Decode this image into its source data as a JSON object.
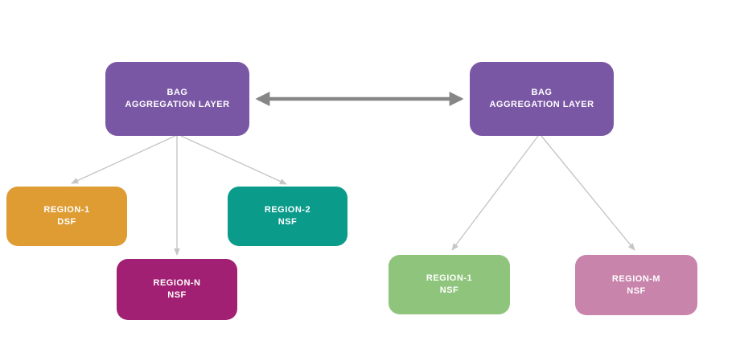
{
  "diagram": {
    "type": "hierarchy-diagram",
    "colors": {
      "background": "#ffffff",
      "bag_purple": "#7a57a5",
      "region1_dsf_orange": "#de9c33",
      "region2_nsf_teal": "#0a9b8b",
      "regionn_nsf_magenta": "#a22073",
      "region1_nsf_green": "#8fc47c",
      "regionm_nsf_pink": "#c884ab",
      "connector_gray": "#c6c6c6",
      "bidirectional_arrow_gray": "#868686",
      "node_text": "#ffffff"
    },
    "nodes": {
      "bag_left": {
        "line1": "BAG",
        "line2": "AGGREGATION LAYER",
        "color": "#7a57a5"
      },
      "bag_right": {
        "line1": "BAG",
        "line2": "AGGREGATION LAYER",
        "color": "#7a57a5"
      },
      "region1_dsf": {
        "line1": "REGION-1",
        "line2": "DSF",
        "color": "#de9c33"
      },
      "region2_nsf": {
        "line1": "REGION-2",
        "line2": "NSF",
        "color": "#0a9b8b"
      },
      "regionn_nsf": {
        "line1": "REGION-N",
        "line2": "NSF",
        "color": "#a22073"
      },
      "region1_nsf_r": {
        "line1": "REGION-1",
        "line2": "NSF",
        "color": "#8fc47c"
      },
      "regionm_nsf": {
        "line1": "REGION-M",
        "line2": "NSF",
        "color": "#c884ab"
      }
    },
    "edges": [
      {
        "from": "bag_left",
        "to": "bag_right",
        "style": "bidirectional"
      },
      {
        "from": "bag_left",
        "to": "region1_dsf",
        "style": "arrow"
      },
      {
        "from": "bag_left",
        "to": "regionn_nsf",
        "style": "arrow"
      },
      {
        "from": "bag_left",
        "to": "region2_nsf",
        "style": "arrow"
      },
      {
        "from": "bag_right",
        "to": "region1_nsf_r",
        "style": "arrow"
      },
      {
        "from": "bag_right",
        "to": "regionm_nsf",
        "style": "arrow"
      }
    ]
  }
}
